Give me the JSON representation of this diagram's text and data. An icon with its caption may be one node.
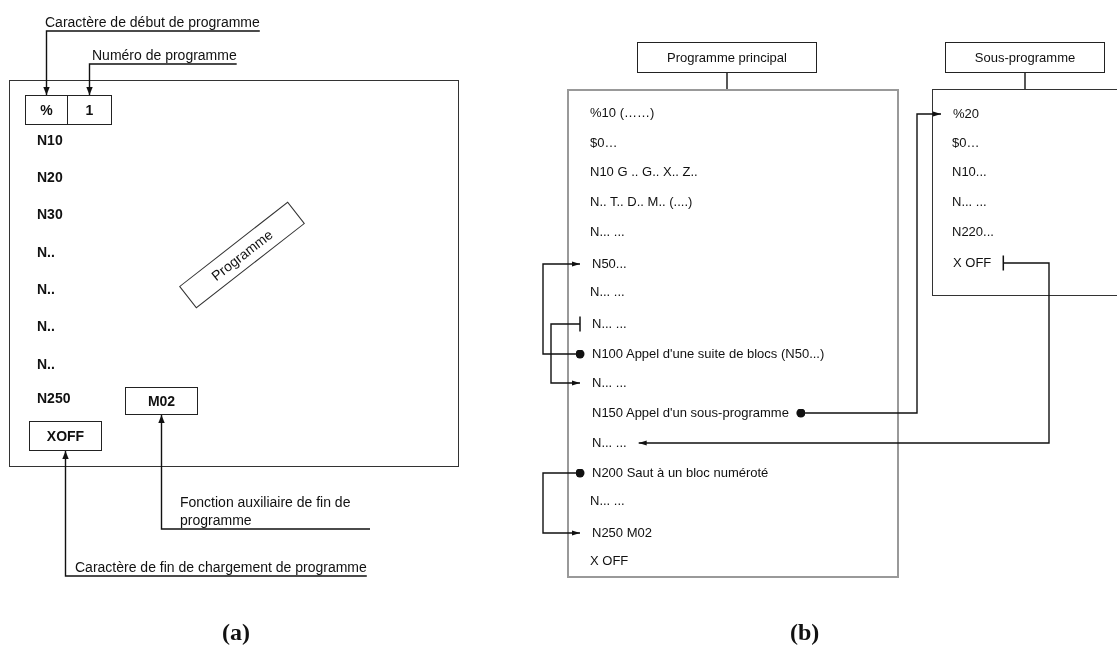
{
  "diagram": {
    "nodes": [
      {
        "text": [
          "Caractère de début de programme"
        ]
      },
      {
        "text": [
          "Numéro de programme"
        ]
      },
      {
        "text": [],
        "shape": "box"
      },
      {
        "text": [
          "%"
        ],
        "in": 2
      },
      {
        "text": [
          "1"
        ],
        "in": 2
      },
      {
        "text": [
          "Programme"
        ],
        "in": 2
      },
      {
        "text": [
          "M02"
        ],
        "in": 2
      },
      {
        "text": [
          "XOFF"
        ],
        "in": 2
      },
      {
        "text": [
          "Fonction auxiliaire de fin de programme"
        ]
      },
      {
        "text": [
          "Caractère de fin de chargement de programme"
        ]
      },
      {
        "text": [
          "Programme principal"
        ]
      },
      {
        "text": [],
        "shape": "box"
      },
      {
        "text": [
          "Sous-programme"
        ]
      },
      {
        "text": [],
        "shape": "box"
      },
      {
        "text": [
          "N50..."
        ],
        "in": 11
      },
      {
        "text": [
          "N... ..."
        ],
        "in": 11
      },
      {
        "text": [
          "N100 Appel d'une suite de blocs (N50...)"
        ],
        "in": 11
      },
      {
        "text": [
          "N... ..."
        ],
        "in": 11
      },
      {
        "text": [
          "N150 Appel d'un sous-programme"
        ],
        "in": 11
      },
      {
        "text": [
          "N... ..."
        ],
        "in": 11
      },
      {
        "text": [
          "N200 Saut à un bloc numéroté"
        ],
        "in": 11
      },
      {
        "text": [
          "N250 M02"
        ],
        "in": 11
      },
      {
        "text": [
          "%20"
        ],
        "in": 13
      },
      {
        "text": [
          "X OFF"
        ],
        "in": 13
      }
    ],
    "edges": [
      {
        "from": 0,
        "to": 3,
        "arrow": "to"
      },
      {
        "from": 1,
        "to": 4,
        "arrow": "to"
      },
      {
        "from": 8,
        "to": 6,
        "arrow": "to"
      },
      {
        "from": 9,
        "to": 7,
        "arrow": "to"
      },
      {
        "from": 10,
        "to": 11,
        "arrow": "none"
      },
      {
        "from": 12,
        "to": 13,
        "arrow": "none"
      },
      {
        "from": 16,
        "to": 14,
        "arrow": "to"
      },
      {
        "from": 15,
        "to": 17,
        "arrow": "to"
      },
      {
        "from": 18,
        "to": 22,
        "arrow": "to"
      },
      {
        "from": 23,
        "to": 19,
        "arrow": "to"
      },
      {
        "from": 20,
        "to": 21,
        "arrow": "to"
      }
    ],
    "labels": [
      "N10",
      "N20",
      "N30",
      "N..",
      "N..",
      "N..",
      "N..",
      "N250",
      "%10 (……)",
      "$0…",
      "N10 G .. G.. X.. Z..",
      "N.. T.. D.. M.. (....)",
      "N... ...",
      "N... ...",
      "N... ...",
      "X OFF",
      "$0…",
      "N10...",
      "N... ...",
      "N220...",
      "(a)",
      "(b)"
    ]
  }
}
